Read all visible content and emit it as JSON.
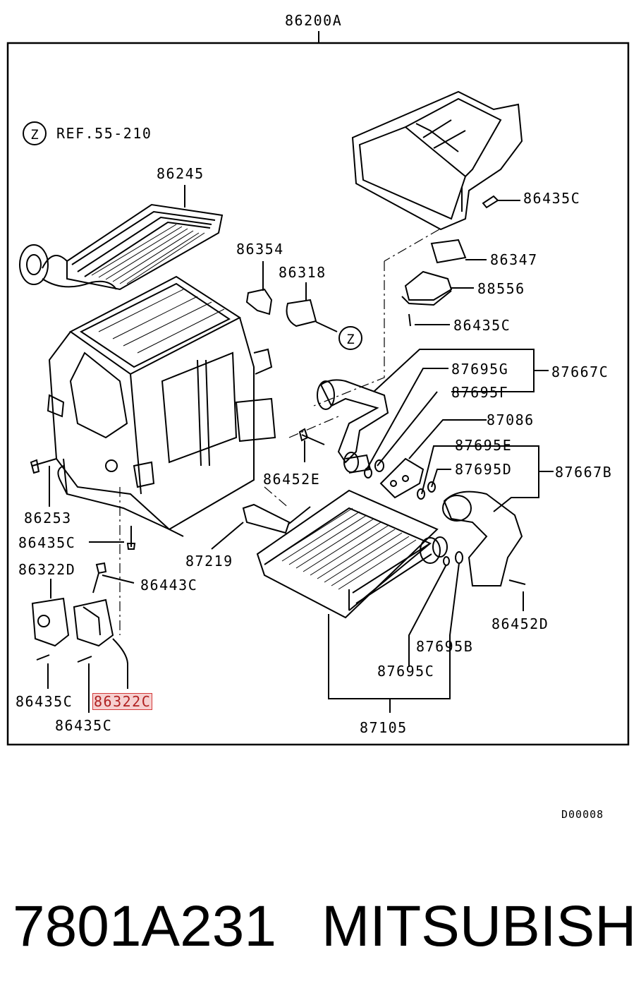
{
  "diagram": {
    "assembly_number": "86200A",
    "reference": {
      "marker": "Z",
      "text": "REF.55-210"
    },
    "marker_z": "Z",
    "part_numbers": {
      "p86245": "86245",
      "p86354": "86354",
      "p86318": "86318",
      "p86435c_a": "86435C",
      "p86347": "86347",
      "p88556": "88556",
      "p86435c_b": "86435C",
      "p87695g": "87695G",
      "p87667c": "87667C",
      "p87695f": "87695F",
      "p87086": "87086",
      "p87695e": "87695E",
      "p87695d": "87695D",
      "p87667b": "87667B",
      "p86452e": "86452E",
      "p86253": "86253",
      "p86435c_c": "86435C",
      "p87219": "87219",
      "p86322d": "86322D",
      "p86443c": "86443C",
      "p86452d": "86452D",
      "p87695b": "87695B",
      "p87695c": "87695C",
      "p86435c_d": "86435C",
      "p86322c": "86322C",
      "p86435c_e": "86435C",
      "p87105": "87105"
    },
    "highlighted_part": "86322C",
    "highlight_color": "#d43a3a",
    "drawing_code": "D00008"
  },
  "footer": {
    "part_number": "7801A231",
    "brand": "MITSUBISHI"
  }
}
